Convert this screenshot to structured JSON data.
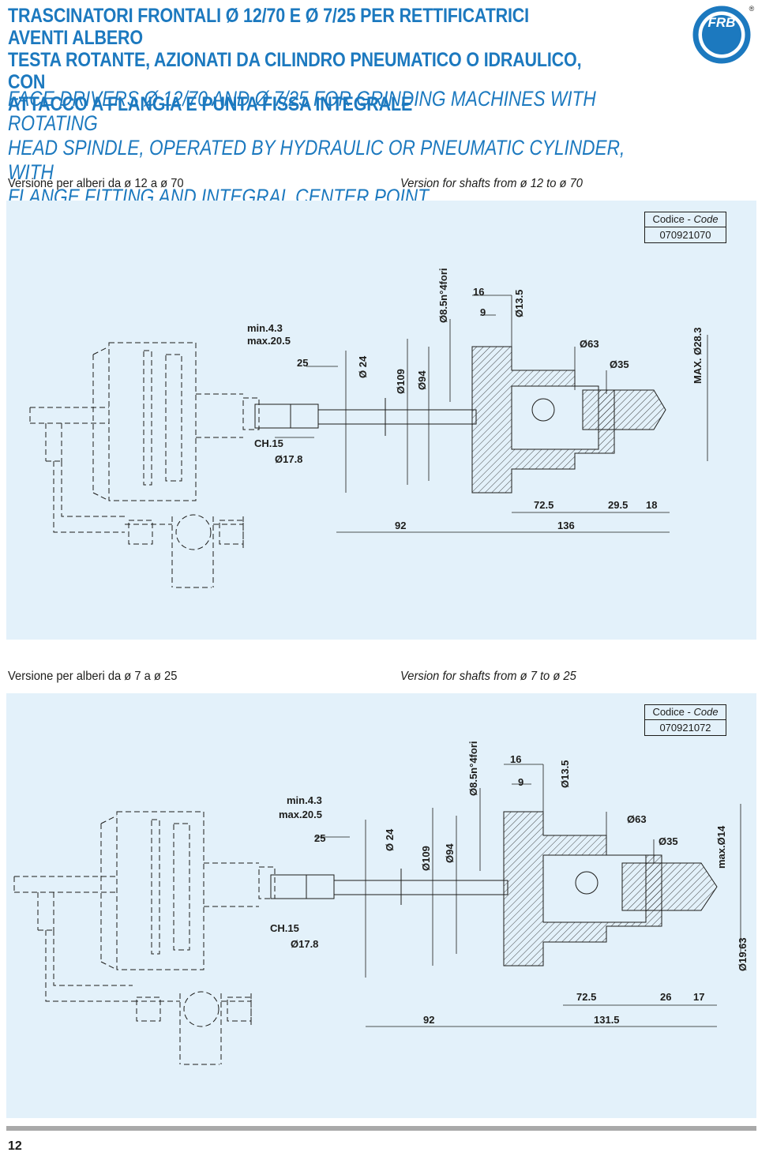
{
  "header": {
    "title_it_1": "TRASCINATORI FRONTALI Ø 12/70 E Ø 7/25 PER RETTIFICATRICI AVENTI ALBERO",
    "title_it_2": "TESTA ROTANTE, AZIONATI DA CILINDRO PNEUMATICO O IDRAULICO, CON",
    "title_it_3": "ATTACCO A FLANGIA E PUNTA FISSA INTEGRALE",
    "title_en_1": "FACE DRIVERS Ø 12/70 AND Ø 7/25 FOR GRINDING MACHINES WITH ROTATING",
    "title_en_2": "HEAD SPINDLE, OPERATED BY HYDRAULIC OR PNEUMATIC CYLINDER, WITH",
    "title_en_3": "FLANGE FITTING AND INTEGRAL CENTER POINT",
    "logo_text": "FRB",
    "registered": "®",
    "brand_color": "#1c79bf"
  },
  "section1": {
    "label_it": "Versione per alberi da ø 12 a ø 70",
    "label_en": "Version  for shafts from ø 12 to ø 70",
    "code_label_it": "Codice - ",
    "code_label_en": "Code",
    "code": "070921070",
    "dims": {
      "min": "min.4.3",
      "max": "max.20.5",
      "d25": "25",
      "ch": "CH.15",
      "d178": "Ø17.8",
      "d24": "Ø 24",
      "d109": "Ø109",
      "d94": "Ø94",
      "d85": "Ø8.5n°4fori",
      "d16": "16",
      "d9": "9",
      "d135": "Ø13.5",
      "d63": "Ø63",
      "d35": "Ø35",
      "dmax": "MAX. Ø28.3",
      "d725": "72.5",
      "d295": "29.5",
      "d18": "18",
      "d92": "92",
      "d136": "136"
    }
  },
  "section2": {
    "label_it": "Versione per alberi  da ø 7 a ø 25",
    "label_en": "Version  for shafts from ø 7 to ø 25",
    "code_label_it": "Codice - ",
    "code_label_en": "Code",
    "code": "070921072",
    "dims": {
      "min": "min.4.3",
      "max": "max.20.5",
      "d25": "25",
      "ch": "CH.15",
      "d178": "Ø17.8",
      "d24": "Ø 24",
      "d109": "Ø109",
      "d94": "Ø94",
      "d85": "Ø8.5n°4fori",
      "d16": "16",
      "d9": "9",
      "d135": "Ø13.5",
      "d63": "Ø63",
      "d35": "Ø35",
      "dmax": "max.Ø14",
      "d1963": "Ø19.63",
      "d725": "72.5",
      "d26": "26",
      "d17": "17",
      "d92": "92",
      "d1315": "131.5"
    }
  },
  "footer": {
    "page_number": "12"
  }
}
